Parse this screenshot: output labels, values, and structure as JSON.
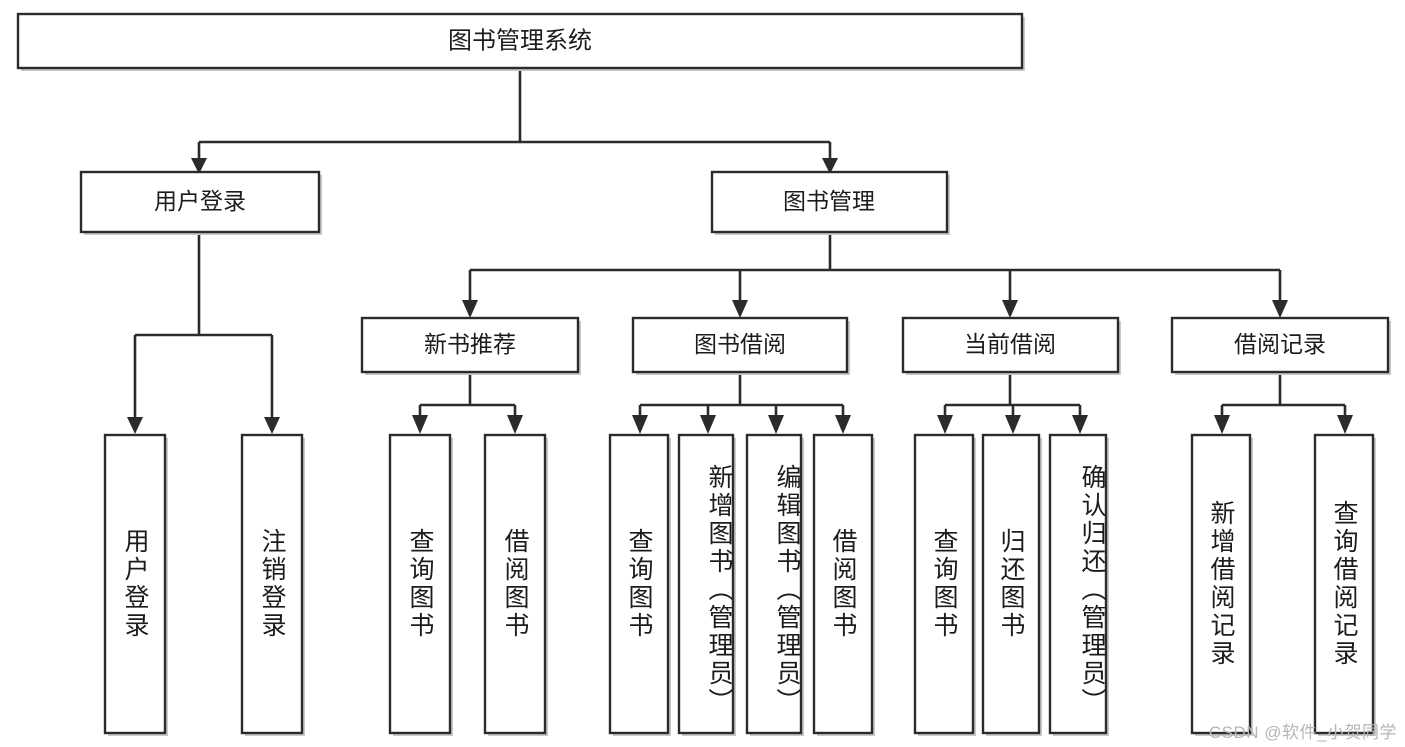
{
  "diagram": {
    "title": "图书管理系统",
    "type": "hierarchy-tree",
    "orientation": "top-down",
    "colors": {
      "background": "#ffffff",
      "box_fill": "#ffffff",
      "box_stroke": "#2b2b2b",
      "connector": "#2b2b2b",
      "label_text": "#1c1c1c",
      "watermark_text": "#b6b6b6",
      "box_shadow": "#c9c9c9"
    },
    "watermark": "CSDN @软件_小贺同学",
    "levels": {
      "root": {
        "label": "图书管理系统"
      },
      "level2": [
        {
          "id": "user-login",
          "label": "用户登录"
        },
        {
          "id": "book-management",
          "label": "图书管理"
        }
      ],
      "level3": [
        {
          "id": "new-book-recommend",
          "label": "新书推荐",
          "parent": "book-management"
        },
        {
          "id": "book-borrow",
          "label": "图书借阅",
          "parent": "book-management"
        },
        {
          "id": "current-borrow",
          "label": "当前借阅",
          "parent": "book-management"
        },
        {
          "id": "borrow-record",
          "label": "借阅记录",
          "parent": "book-management"
        }
      ],
      "leaves": [
        {
          "id": "leaf-user-login",
          "label": "用户登录",
          "parent": "user-login"
        },
        {
          "id": "leaf-logout",
          "label": "注销登录",
          "parent": "user-login"
        },
        {
          "id": "leaf-query-book-rec",
          "label": "查询图书",
          "parent": "new-book-recommend"
        },
        {
          "id": "leaf-borrow-book-rec",
          "label": "借阅图书",
          "parent": "new-book-recommend"
        },
        {
          "id": "leaf-query-book-borrow",
          "label": "查询图书",
          "parent": "book-borrow"
        },
        {
          "id": "leaf-add-book",
          "label": "新增图书（管理员）",
          "parent": "book-borrow"
        },
        {
          "id": "leaf-edit-book",
          "label": "编辑图书（管理员）",
          "parent": "book-borrow"
        },
        {
          "id": "leaf-borrow-book",
          "label": "借阅图书",
          "parent": "book-borrow"
        },
        {
          "id": "leaf-query-book-cur",
          "label": "查询图书",
          "parent": "current-borrow"
        },
        {
          "id": "leaf-return-book",
          "label": "归还图书",
          "parent": "current-borrow"
        },
        {
          "id": "leaf-confirm-return",
          "label": "确认归还（管理员）",
          "parent": "current-borrow"
        },
        {
          "id": "leaf-add-record",
          "label": "新增借阅记录",
          "parent": "borrow-record"
        },
        {
          "id": "leaf-query-record",
          "label": "查询借阅记录",
          "parent": "borrow-record"
        }
      ]
    }
  }
}
